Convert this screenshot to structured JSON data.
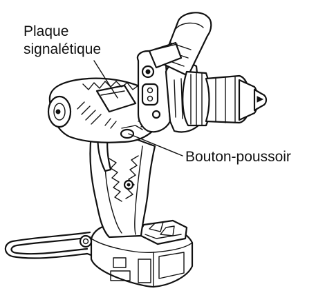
{
  "labels": {
    "nameplate_line1": "Plaque",
    "nameplate_line2": "signalétique",
    "push_button": "Bouton-poussoir"
  },
  "colors": {
    "ink": "#111111",
    "background": "#ffffff"
  }
}
